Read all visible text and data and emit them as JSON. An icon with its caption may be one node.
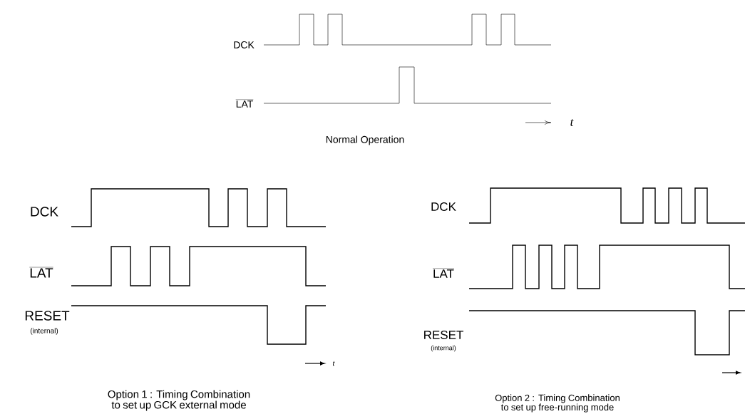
{
  "diagram": {
    "labels": [
      "DCK",
      "LAT",
      "t",
      "Normal Operation",
      "DCK",
      "LAT",
      "RESET",
      "(internal)",
      "t",
      "Option 1  : Timing Combination to set up GCK external  mode",
      "DCK",
      "LAT",
      "RESET",
      "(internal)",
      "Option 2 : Timing Combination to set up free-running mode"
    ]
  }
}
